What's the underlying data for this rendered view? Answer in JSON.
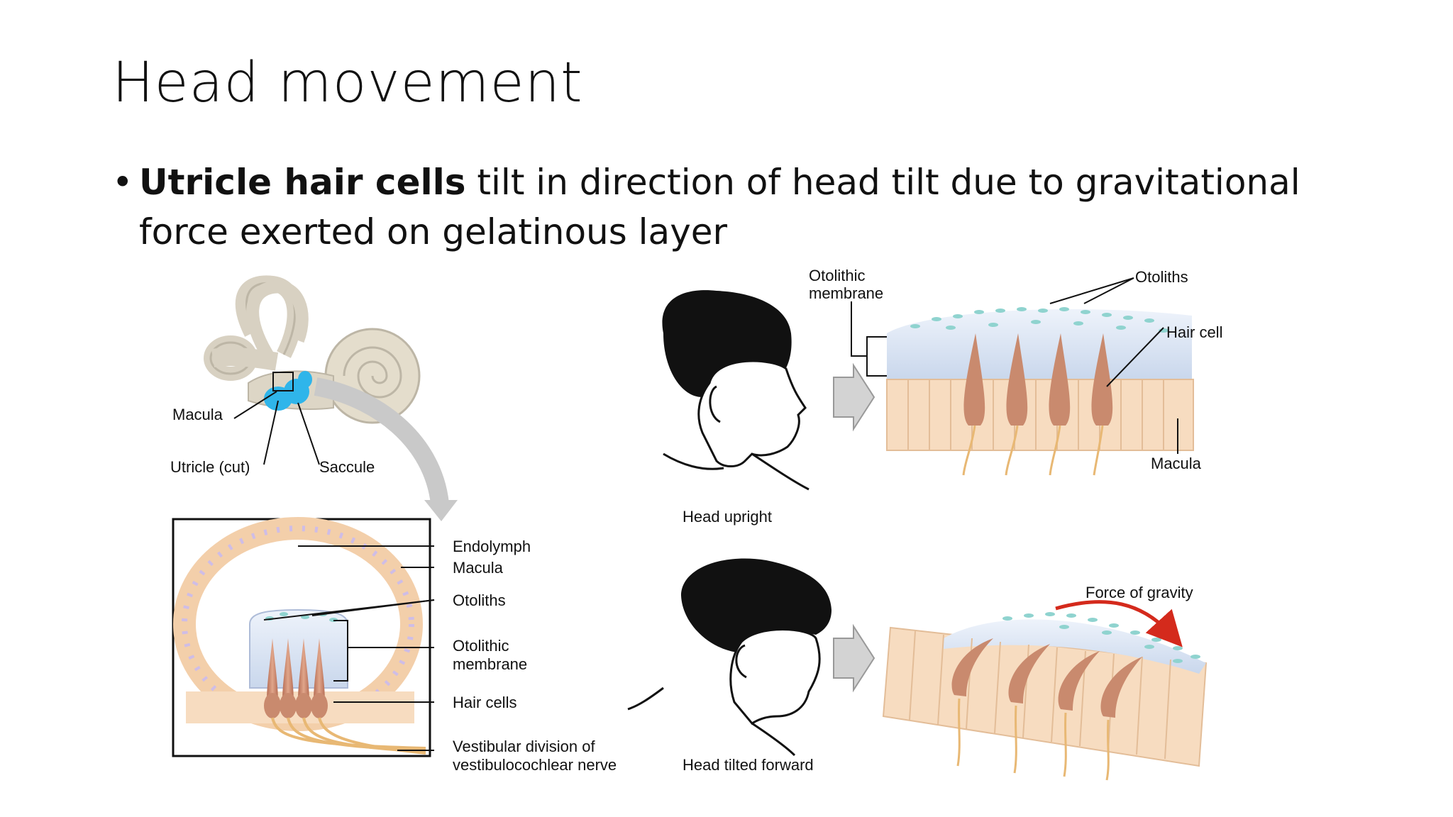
{
  "slide": {
    "title": "Head movement",
    "bullet": {
      "bold": "Utricle hair cells",
      "rest": " tilt in direction of head tilt due to gravitational force exerted on gelatinous layer"
    }
  },
  "figure": {
    "inner_ear_labels": {
      "macula": "Macula",
      "utricle": "Utricle (cut)",
      "saccule": "Saccule"
    },
    "cross_section_labels": {
      "endolymph": "Endolymph",
      "macula": "Macula",
      "otoliths": "Otoliths",
      "otolithic_membrane_1": "Otolithic",
      "otolithic_membrane_2": "membrane",
      "hair_cells": "Hair cells",
      "nerve_1": "Vestibular division of",
      "nerve_2": "vestibulocochlear nerve"
    },
    "upright_panel": {
      "caption": "Head upright",
      "otolithic_membrane_1": "Otolithic",
      "otolithic_membrane_2": "membrane",
      "otoliths": "Otoliths",
      "hair_cell": "Hair cell",
      "macula": "Macula"
    },
    "tilted_panel": {
      "caption": "Head tilted forward",
      "gravity": "Force of gravity"
    },
    "colors": {
      "membrane": "#cfdcef",
      "otolith": "#8fd3cf",
      "hair_cell": "#c98a6e",
      "epithelium": "#f7dcc0",
      "nerve": "#e8b874",
      "macula_blue": "#2fb5ea",
      "bone": "#dcd6c8",
      "gravity_arrow": "#d42a1c"
    }
  }
}
